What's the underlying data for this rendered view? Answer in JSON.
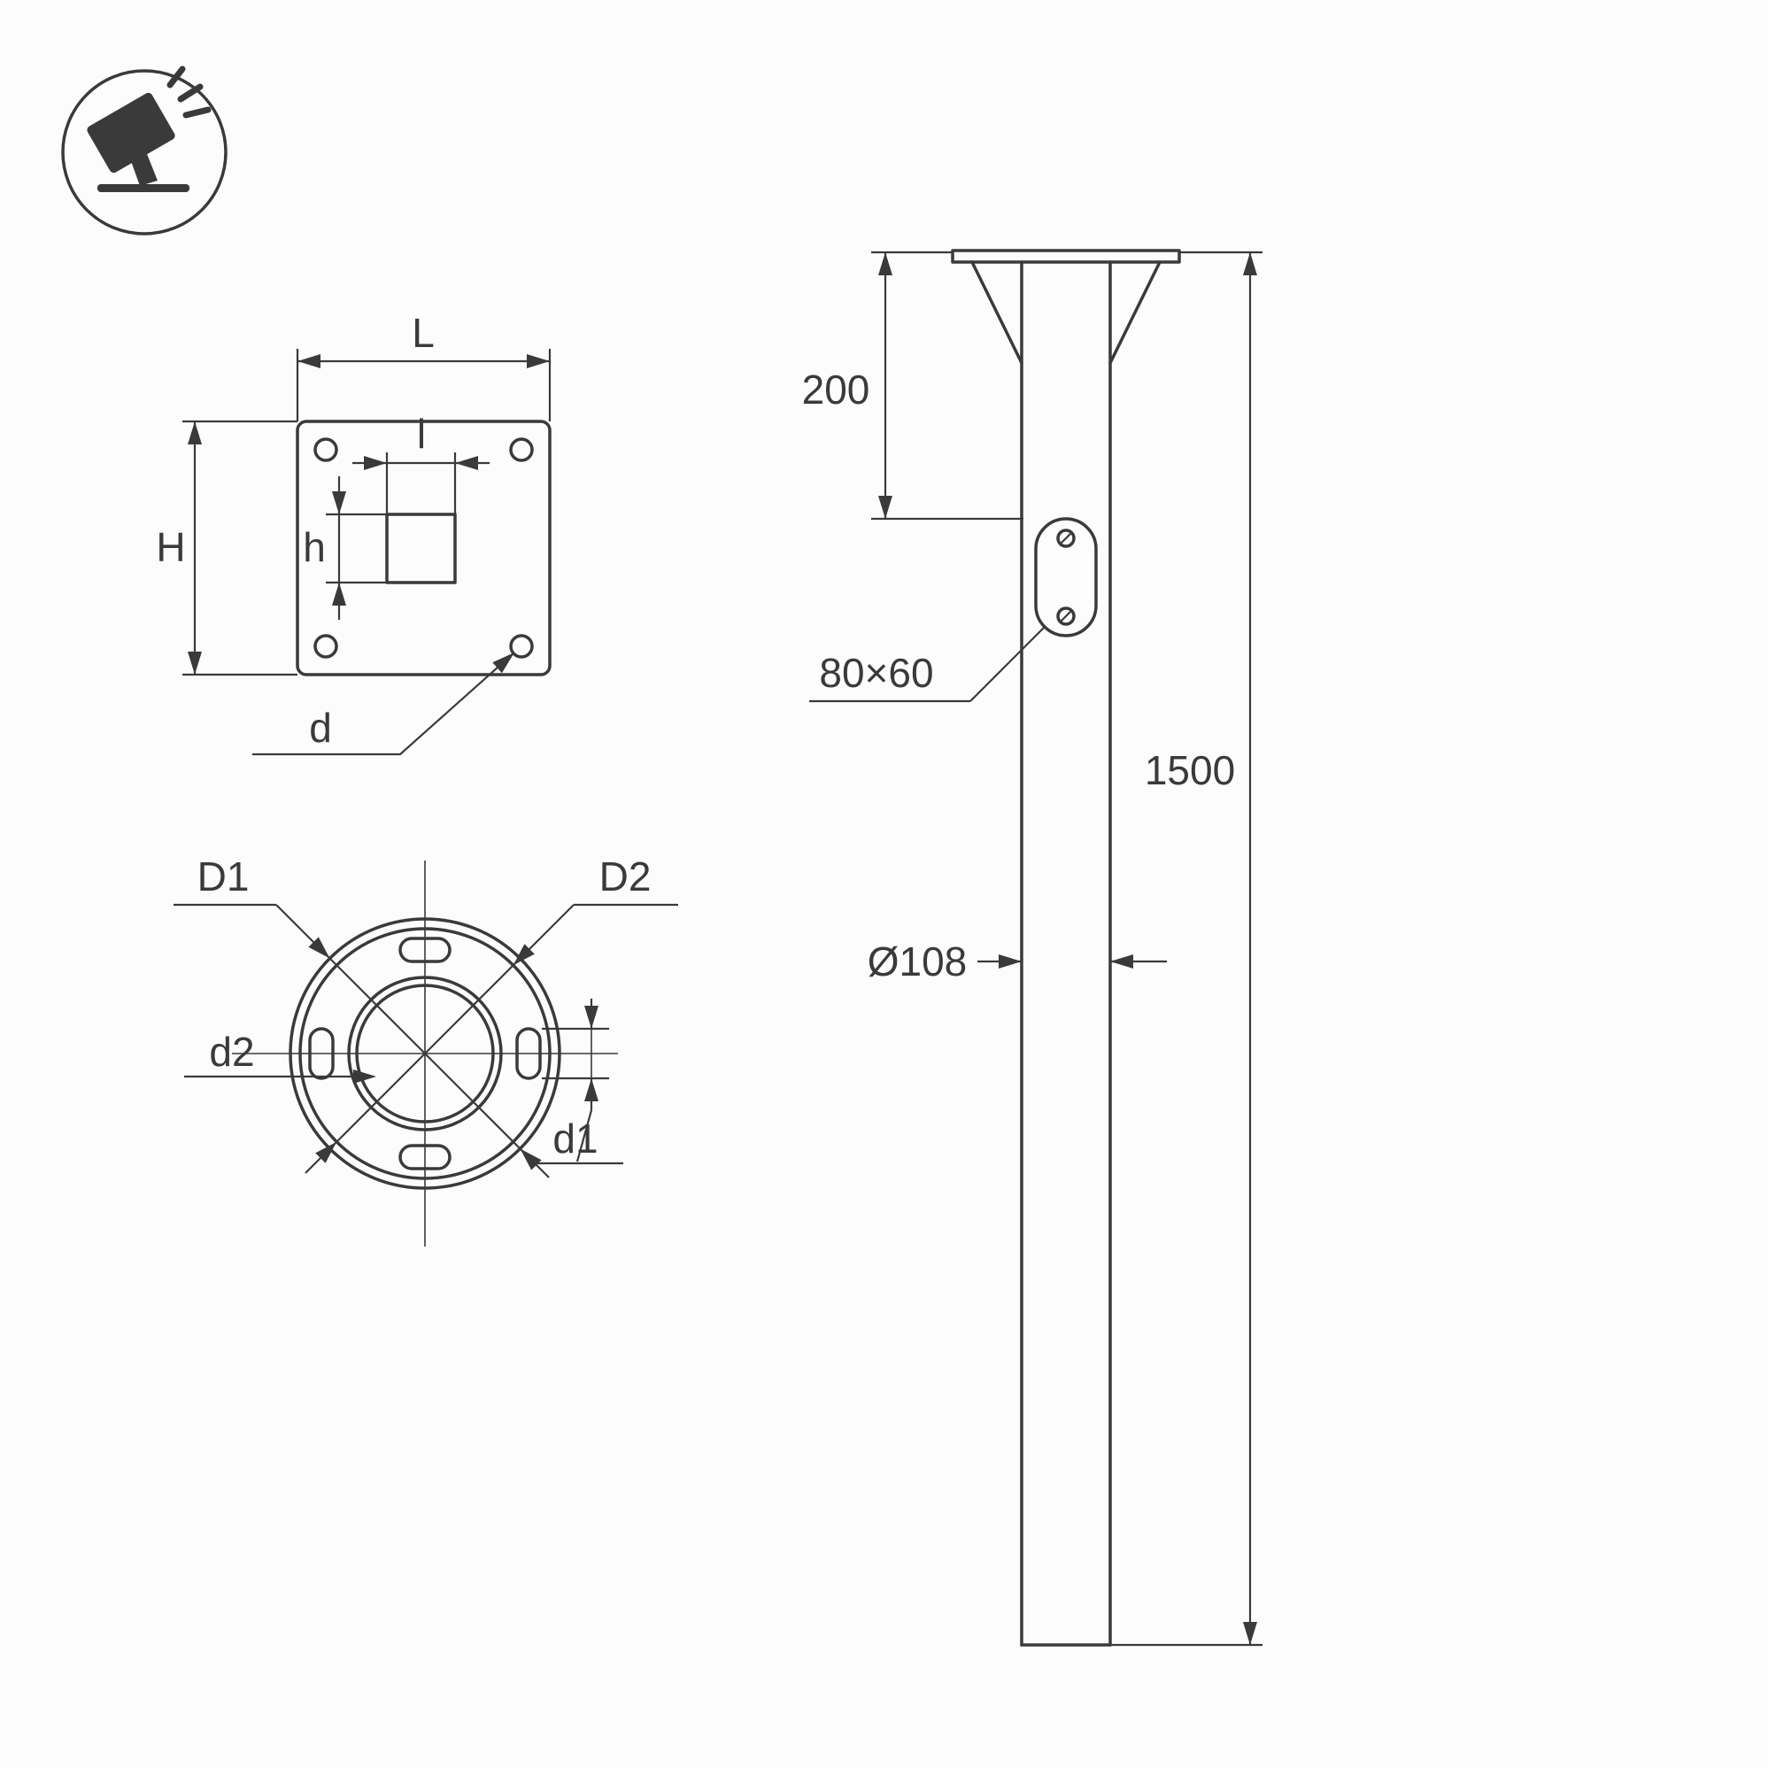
{
  "meta": {
    "background": "#fcfcfc",
    "line_color": "#3a3a3a",
    "drawing_type": "technical-drawing-pole-with-flange"
  },
  "icon": {
    "name": "tilted-floodlight"
  },
  "top_view": {
    "width_label": "L",
    "height_label": "H",
    "inner_width_label": "l",
    "inner_height_label": "h",
    "corner_hole_label": "d"
  },
  "bottom_view": {
    "outer_diameter_label": "D1",
    "second_diameter_label": "D2",
    "slot_label": "d1",
    "inner_diameter_label": "d2"
  },
  "side_view": {
    "flange_offset": "200",
    "pole_length": "1500",
    "access_hole_size": "80×60",
    "pole_diameter": "Ø108"
  }
}
